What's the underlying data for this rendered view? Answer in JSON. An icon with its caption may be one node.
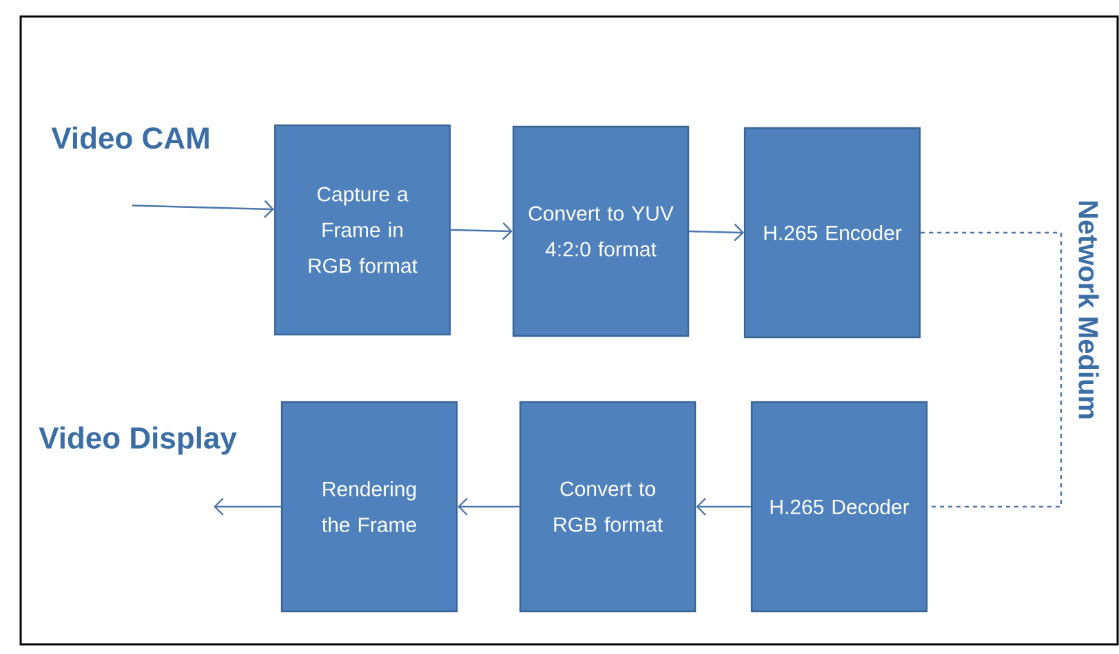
{
  "diagram": {
    "nodes": [
      {
        "text": [
          "Video CAM"
        ]
      },
      {
        "text": [
          "Capture a Frame in RGB format"
        ]
      },
      {
        "text": [
          "Convert to YUV 4:2:0 format"
        ]
      },
      {
        "text": [
          "H.265 Encoder"
        ]
      },
      {
        "text": [
          "Network Medium"
        ]
      },
      {
        "text": [
          "H.265 Decoder"
        ]
      },
      {
        "text": [
          "Convert to RGB format"
        ]
      },
      {
        "text": [
          "Rendering the Frame"
        ]
      },
      {
        "text": [
          "Video Display"
        ]
      }
    ],
    "edges": [
      {
        "from": 0,
        "to": 1,
        "arrow": "to"
      },
      {
        "from": 1,
        "to": 2,
        "arrow": "to"
      },
      {
        "from": 2,
        "to": 3,
        "arrow": "to"
      },
      {
        "from": 3,
        "to": 4,
        "arrow": "none",
        "style": "dashed"
      },
      {
        "from": 4,
        "to": 5,
        "arrow": "none",
        "style": "dashed"
      },
      {
        "from": 5,
        "to": 6,
        "arrow": "to"
      },
      {
        "from": 6,
        "to": 7,
        "arrow": "to"
      },
      {
        "from": 7,
        "to": 8,
        "arrow": "to"
      }
    ]
  }
}
